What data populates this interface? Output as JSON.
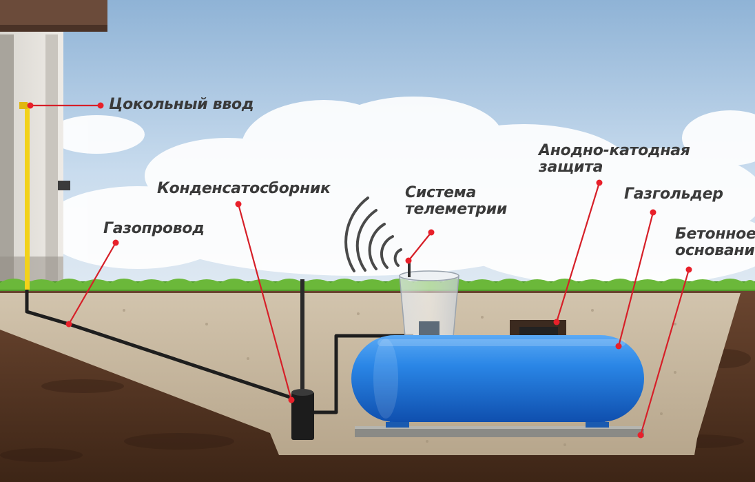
{
  "labels": {
    "tsokolny": "Цокольный ввод",
    "kondensat": "Конденсатосборник",
    "gazoprovod": "Газопровод",
    "telemetry_1": "Система",
    "telemetry_2": "телеметрии",
    "anodno_1": "Анодно-катодная",
    "anodno_2": "защита",
    "gazgolder": "Газгольдер",
    "beton_1": "Бетонное",
    "beton_2": "основание"
  },
  "colors": {
    "sky": "#cfe0ef",
    "marker": "#e8202a",
    "tank": "#1e74d6",
    "gas_pipe_riser": "#f2d21a",
    "soil": "#5a3a26",
    "sand": "#c9b9a2",
    "grass": "#4f9a2a",
    "label_text": "#3a3a3a"
  }
}
